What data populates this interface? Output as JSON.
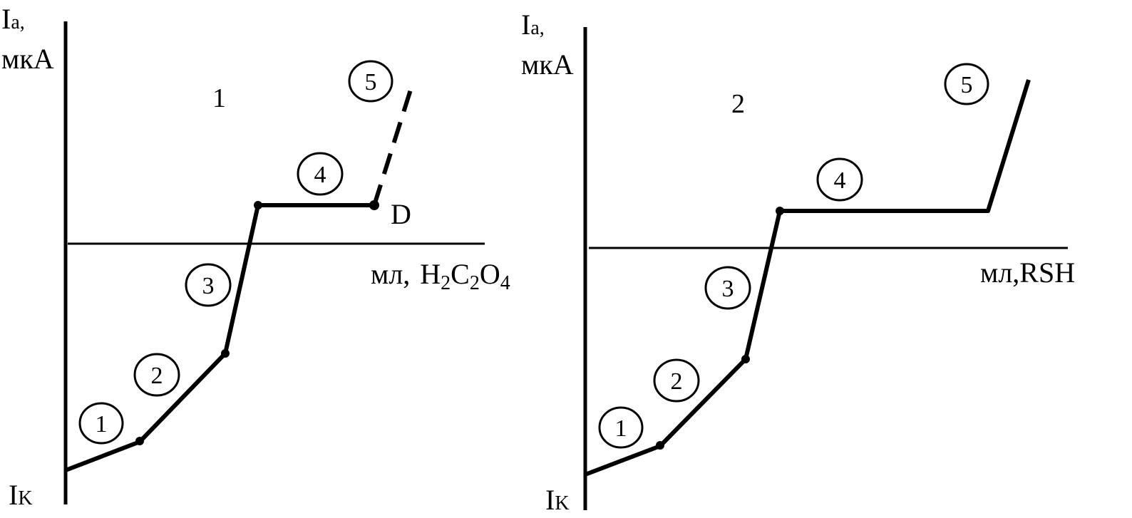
{
  "left_panel": {
    "y_label_main": "I",
    "y_label_sub": "a",
    "y_label_comma": ",",
    "y_unit": "мкА",
    "bottom_label_main": "I",
    "bottom_label_sub": "K",
    "panel_number": "1",
    "x_label_prefix": "мл,",
    "x_label_formula": {
      "H": "H",
      "two_a": "2",
      "C": "C",
      "two_b": "2",
      "O": "O",
      "four": "4"
    },
    "point_label": "D",
    "segments": [
      "1",
      "2",
      "3",
      "4",
      "5"
    ]
  },
  "right_panel": {
    "y_label_main": "I",
    "y_label_sub": "a",
    "y_label_comma": ",",
    "y_unit": "мкА",
    "bottom_label_main": "I",
    "bottom_label_sub": "K",
    "panel_number": "2",
    "x_label": "мл,RSH",
    "segments": [
      "1",
      "2",
      "3",
      "4",
      "5"
    ]
  }
}
